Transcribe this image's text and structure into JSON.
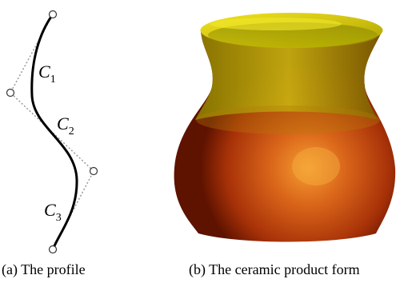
{
  "panel_a": {
    "caption": "(a) The profile",
    "curve_labels": [
      {
        "letter": "C",
        "sub": "1"
      },
      {
        "letter": "C",
        "sub": "2"
      },
      {
        "letter": "C",
        "sub": "3"
      }
    ]
  },
  "panel_b": {
    "caption": "(b) The ceramic product form"
  },
  "colors": {
    "curve": "#000000",
    "control_polygon": "#9a9a9a",
    "vase_highlight": "#f29a2a",
    "vase_mid": "#cc5a10",
    "vase_dark": "#5a1000",
    "rim_yellow": "#e0da1a",
    "rim_olive": "#8a8a00"
  }
}
